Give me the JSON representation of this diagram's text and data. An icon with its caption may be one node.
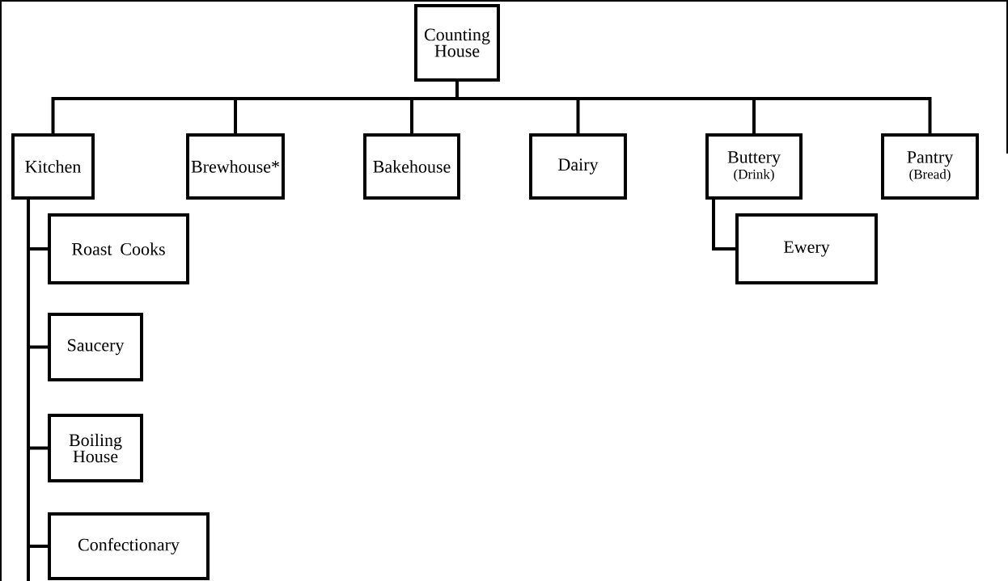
{
  "diagram": {
    "nodes": [
      {
        "text": [
          "Counting House"
        ]
      },
      {
        "text": [
          "Kitchen"
        ]
      },
      {
        "text": [
          "Brewhouse*"
        ]
      },
      {
        "text": [
          "Bakehouse"
        ]
      },
      {
        "text": [
          "Dairy"
        ]
      },
      {
        "text": [
          "Buttery",
          "(Drink)"
        ]
      },
      {
        "text": [
          "Pantry",
          "(Bread)"
        ]
      },
      {
        "text": [
          "Roast Cooks"
        ]
      },
      {
        "text": [
          "Saucery"
        ]
      },
      {
        "text": [
          "Boiling House"
        ]
      },
      {
        "text": [
          "Confectionary"
        ]
      },
      {
        "text": [
          "Ewery"
        ]
      }
    ],
    "edges": [
      {
        "from": 0,
        "to": 1,
        "arrow": "none"
      },
      {
        "from": 0,
        "to": 2,
        "arrow": "none"
      },
      {
        "from": 0,
        "to": 3,
        "arrow": "none"
      },
      {
        "from": 0,
        "to": 4,
        "arrow": "none"
      },
      {
        "from": 0,
        "to": 5,
        "arrow": "none"
      },
      {
        "from": 0,
        "to": 6,
        "arrow": "none"
      },
      {
        "from": 1,
        "to": 7,
        "arrow": "none"
      },
      {
        "from": 1,
        "to": 8,
        "arrow": "none"
      },
      {
        "from": 1,
        "to": 9,
        "arrow": "none"
      },
      {
        "from": 1,
        "to": 10,
        "arrow": "none"
      },
      {
        "from": 5,
        "to": 11,
        "arrow": "none"
      }
    ]
  }
}
